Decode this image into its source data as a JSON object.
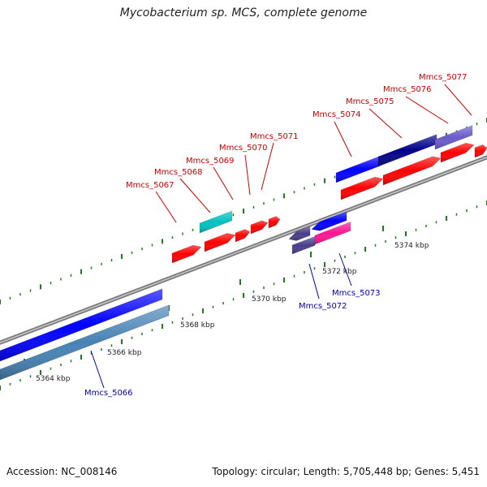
{
  "title": "Mycobacterium sp. MCS, complete genome",
  "footer": {
    "accession": "Accession: NC_008146",
    "summary": "Topology: circular; Length: 5,705,448 bp; Genes: 5,451"
  },
  "colors": {
    "backbone": "#808080",
    "tick": "#1f7a1f",
    "forward_label": "#cc0000",
    "reverse_label": "#0000aa"
  },
  "ticks": [
    {
      "label": "5364 kbp"
    },
    {
      "label": "5366 kbp"
    },
    {
      "label": "5368 kbp"
    },
    {
      "label": "5370 kbp"
    },
    {
      "label": "5372 kbp"
    },
    {
      "label": "5374 kbp"
    }
  ],
  "genes": [
    {
      "label": "Mmcs_5066",
      "color": "#4682b4",
      "strand": "reverse"
    },
    {
      "label": "Mmcs_5067",
      "color": "#ff0000",
      "strand": "forward"
    },
    {
      "label": "Mmcs_5068",
      "color": "#ff0000",
      "strand": "forward"
    },
    {
      "label": "Mmcs_5069",
      "color": "#00c0c0",
      "strand": "forward"
    },
    {
      "label": "Mmcs_5070",
      "color": "#ff0000",
      "strand": "forward"
    },
    {
      "label": "Mmcs_5071",
      "color": "#ff0000",
      "strand": "forward"
    },
    {
      "label": "Mmcs_5072",
      "color": "#483d8b",
      "strand": "reverse"
    },
    {
      "label": "Mmcs_5073",
      "color": "#ff1493",
      "strand": "reverse"
    },
    {
      "label": "Mmcs_5074",
      "color": "#ff0000",
      "strand": "forward"
    },
    {
      "label": "Mmcs_5075",
      "color": "#0000ff",
      "strand": "forward"
    },
    {
      "label": "Mmcs_5076",
      "color": "#00008b",
      "strand": "forward"
    },
    {
      "label": "Mmcs_5077",
      "color": "#6a5acd",
      "strand": "forward"
    }
  ]
}
